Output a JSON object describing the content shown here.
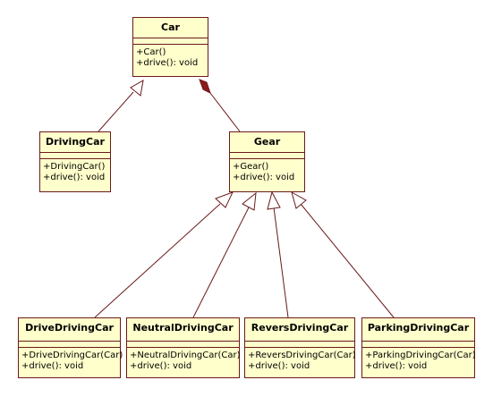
{
  "classes": {
    "car": {
      "name": "Car",
      "operations": [
        "+Car()",
        "+drive(): void"
      ]
    },
    "drivingcar": {
      "name": "DrivingCar",
      "operations": [
        "+DrivingCar()",
        "+drive(): void"
      ]
    },
    "gear": {
      "name": "Gear",
      "operations": [
        "+Gear()",
        "+drive(): void"
      ]
    },
    "drivedrivingcar": {
      "name": "DriveDrivingCar",
      "operations": [
        "+DriveDrivingCar(Car)",
        "+drive(): void"
      ]
    },
    "neutraldrivingcar": {
      "name": "NeutralDrivingCar",
      "operations": [
        "+NeutralDrivingCar(Car)",
        "+drive(): void"
      ]
    },
    "reversdrivingcar": {
      "name": "ReversDrivingCar",
      "operations": [
        "+ReversDrivingCar(Car)",
        "+drive(): void"
      ]
    },
    "parkingdrivingcar": {
      "name": "ParkingDrivingCar",
      "operations": [
        "+ParkingDrivingCar(Car)",
        "+drive(): void"
      ]
    }
  },
  "relations": [
    {
      "type": "generalization",
      "from": "drivingcar",
      "to": "car"
    },
    {
      "type": "composition",
      "from": "gear",
      "to": "car"
    },
    {
      "type": "generalization",
      "from": "drivedrivingcar",
      "to": "gear"
    },
    {
      "type": "generalization",
      "from": "neutraldrivingcar",
      "to": "gear"
    },
    {
      "type": "generalization",
      "from": "reversdrivingcar",
      "to": "gear"
    },
    {
      "type": "generalization",
      "from": "parkingdrivingcar",
      "to": "gear"
    }
  ],
  "colors": {
    "box_fill": "#ffffcc",
    "box_border": "#6b1a1a",
    "line": "#6b1a1a",
    "composition_diamond": "#8b1a1a"
  }
}
